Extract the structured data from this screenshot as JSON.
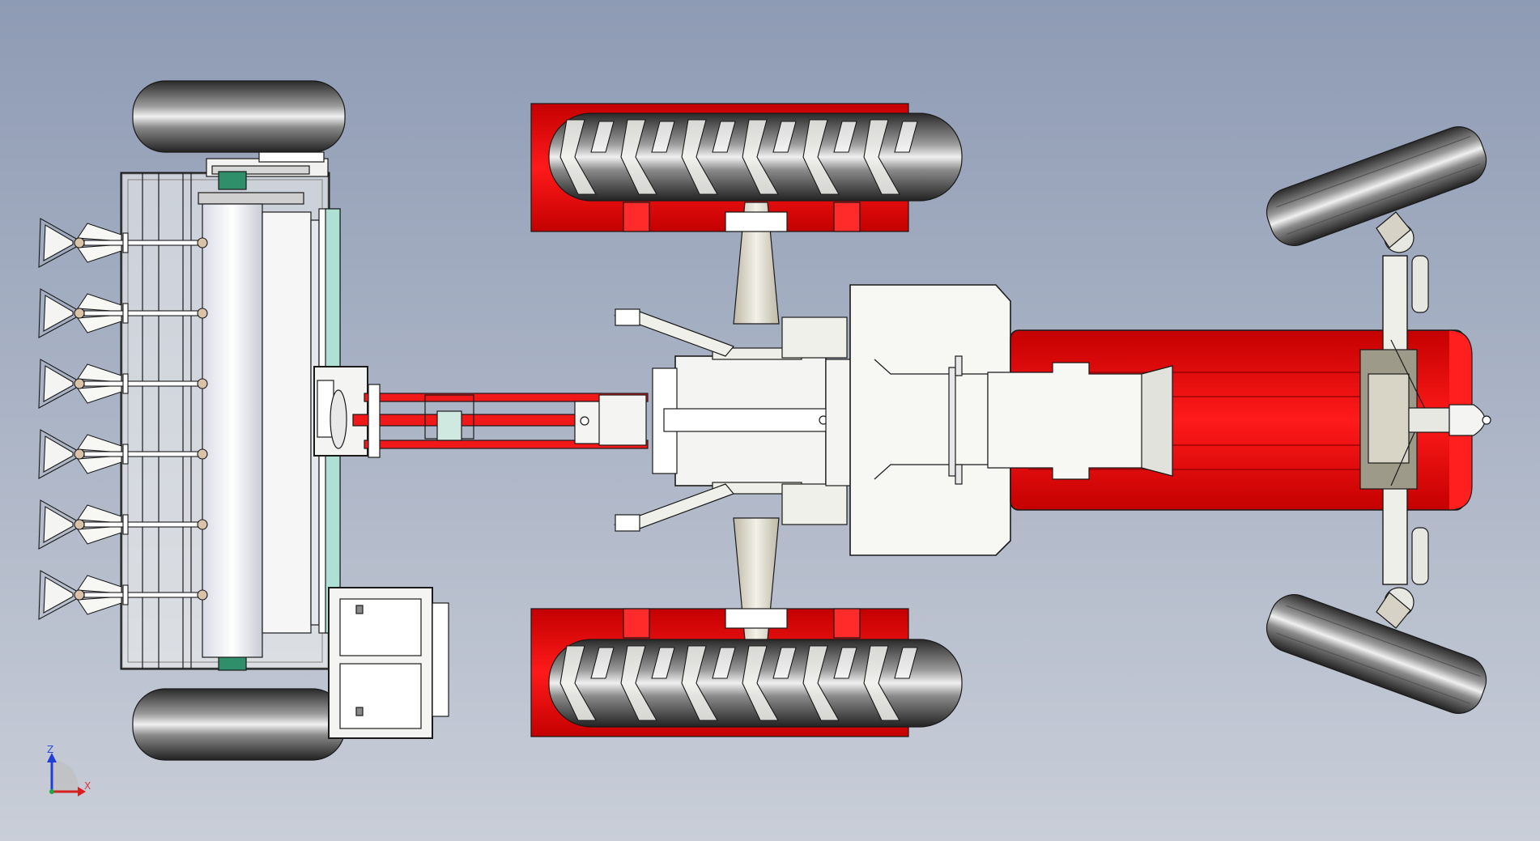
{
  "model": {
    "description_none": ""
  },
  "triad": {
    "z_label": "Z",
    "x_label": "X",
    "z_color": "#1f3fd6",
    "x_color": "#d61f1f",
    "y_color": "#1fa63f",
    "label_color": "#2a4fd6",
    "x_label_color": "#d63a3a"
  },
  "colors": {
    "bg_top": "#8e9bb4",
    "bg_bottom": "#c9ced8",
    "tractor_red": "#e8000a",
    "tractor_red_dark": "#9e0000",
    "part_white": "#f7f7f4",
    "tire_dark": "#3a3a3a",
    "tire_light": "#c9c9c9",
    "edge": "#1a1a1a",
    "shaft_cream": "#e6e2d4",
    "teal": "#8fd3c5"
  },
  "implement": {
    "row_count": 6
  }
}
